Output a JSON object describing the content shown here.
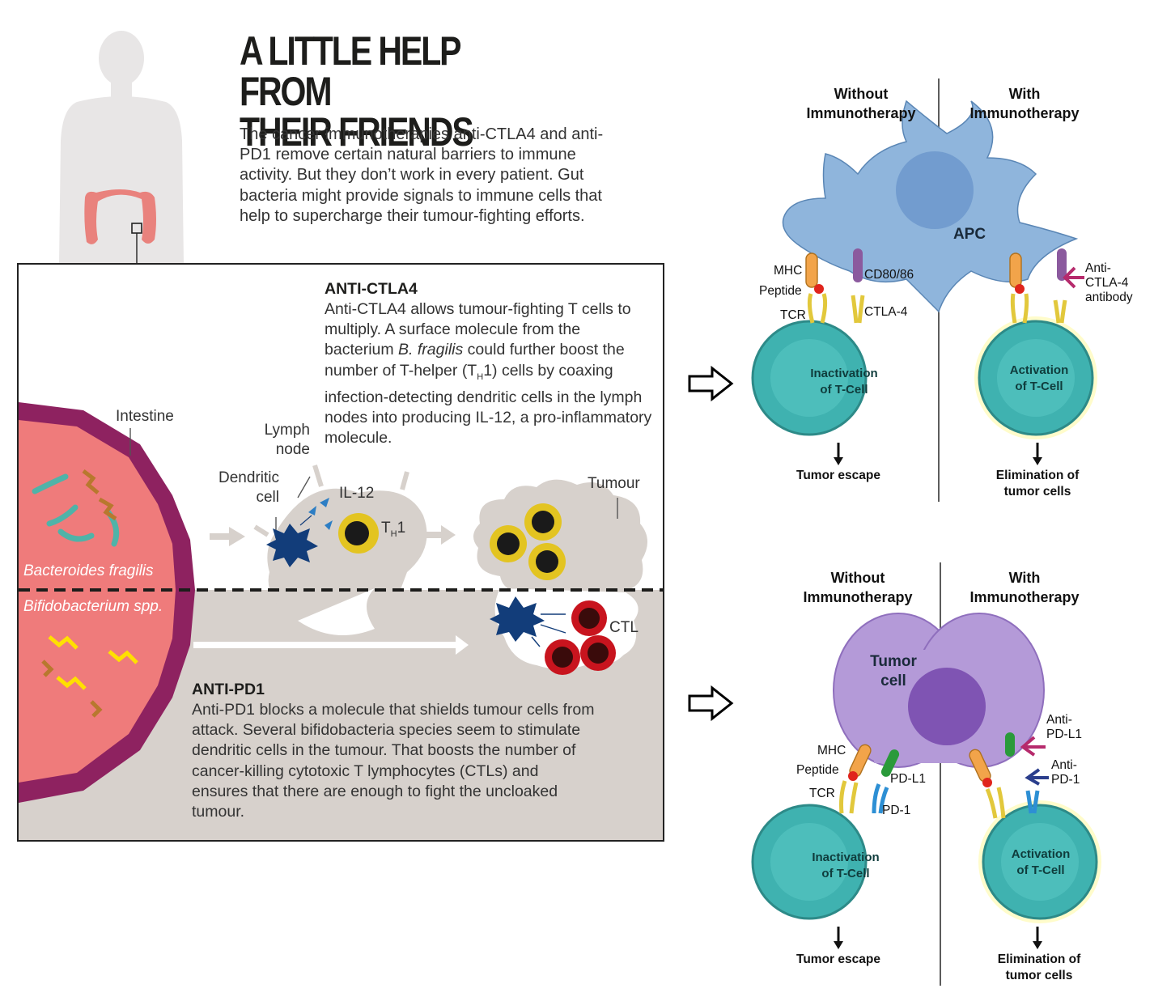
{
  "title": {
    "line1": "A LITTLE HELP FROM",
    "line2": "THEIR FRIENDS"
  },
  "intro": "The cancer immunotherapies anti-CTLA4 and anti-PD1 remove certain natural barriers to immune activity. But they don’t work in every patient. Gut bacteria might provide signals to immune cells that help to supercharge their tumour-fighting efforts.",
  "anti_ctla4": {
    "heading": "ANTI-CTLA4",
    "text_a": "Anti-CTLA4 allows tumour-fighting T cells to multiply. A surface molecule from the bacterium",
    "species": "B. fragilis",
    "text_b": "could further boost the number of T-helper (T",
    "sub": "H",
    "text_c": "1) cells by coaxing infection-detecting dendritic cells in the lymph nodes into producing IL-12, a pro-inflammatory molecule."
  },
  "anti_pd1": {
    "heading": "ANTI-PD1",
    "text": "Anti-PD1 blocks a molecule that shields tumour cells from attack. Several bifidobacteria species seem to stimulate dendritic cells in the tumour. That boosts the number of cancer-killing cytotoxic T lymphocytes (CTLs) and ensures that there are enough to fight the uncloaked tumour."
  },
  "labels": {
    "intestine": "Intestine",
    "lymph_node_1": "Lymph",
    "lymph_node_2": "node",
    "dendritic_1": "Dendritic",
    "dendritic_2": "cell",
    "il12": "IL-12",
    "th1_t": "T",
    "th1_sub": "H",
    "th1_1": "1",
    "tumour": "Tumour",
    "ctl": "CTL",
    "bacteroides": "Bacteroides fragilis",
    "bifido": "Bifidobacterium spp."
  },
  "ctla4_diagram": {
    "col_left": "Without Immunotherapy",
    "col_right": "With Immunotherapy",
    "apc": "APC",
    "mhc": "MHC",
    "peptide": "Peptide",
    "tcr": "TCR",
    "cd80": "CD80/86",
    "ctla4": "CTLA-4",
    "antibody_1": "Anti-",
    "antibody_2": "CTLA-4",
    "antibody_3": "antibody",
    "inactivation_1": "Inactivation",
    "inactivation_2": "of T-Cell",
    "activation_1": "Activation",
    "activation_2": "of T-Cell",
    "outcome_left": "Tumor escape",
    "outcome_right_1": "Elimination of",
    "outcome_right_2": "tumor cells"
  },
  "pd1_diagram": {
    "col_left": "Without Immunotherapy",
    "col_right": "With Immunotherapy",
    "tumor_1": "Tumor",
    "tumor_2": "cell",
    "mhc": "MHC",
    "peptide": "Peptide",
    "tcr": "TCR",
    "pdl1": "PD-L1",
    "pd1": "PD-1",
    "anti_pdl1_1": "Anti-",
    "anti_pdl1_2": "PD-L1",
    "anti_pd1_1": "Anti-",
    "anti_pd1_2": "PD-1",
    "inactivation_1": "Inactivation",
    "inactivation_2": "of T-Cell",
    "activation_1": "Activation",
    "activation_2": "of T-Cell",
    "outcome_left": "Tumor escape",
    "outcome_right_1": "Elimination of",
    "outcome_right_2": "tumor cells"
  },
  "colors": {
    "intestine_pink": "#ef7b7b",
    "intestine_wall": "#8e2260",
    "tissue_grey": "#d7d1cc",
    "tcell_teal": "#3fb2b0",
    "apc_blue": "#8fb5dc",
    "tumor_purple": "#b49ad8",
    "ctl_red": "#c8141e",
    "th1_yellow": "#e3c421",
    "dendritic_navy": "#123d7a"
  }
}
